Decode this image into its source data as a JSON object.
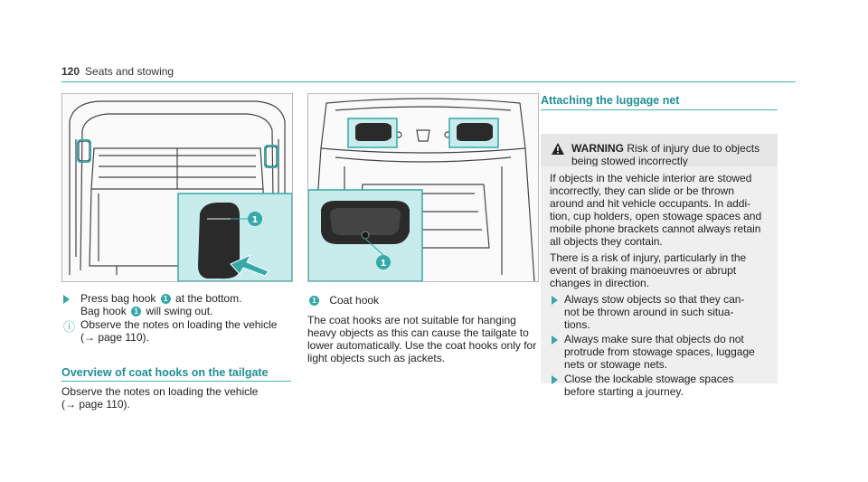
{
  "header": {
    "page_number": "120",
    "section": "Seats and stowing"
  },
  "col1": {
    "step_text_a": "Press bag hook ",
    "callout": "1",
    "step_text_b": " at the bottom.",
    "step_text_c": "Bag hook ",
    "step_text_d": " will swing out.",
    "note_line1": "Observe the notes on loading the vehicle",
    "note_line2": "(→ page 110).",
    "section_title": "Overview of coat hooks on the tailgate",
    "para_line1": "Observe the notes on loading the vehicle",
    "para_line2": "(→ page 110)."
  },
  "col2": {
    "legend_num": "1",
    "legend_label": "Coat hook",
    "para_lines": [
      "The coat hooks are not suitable for hanging",
      "heavy objects as this can cause the tailgate to",
      "lower automatically. Use the coat hooks only for",
      "light objects such as jackets."
    ]
  },
  "col3": {
    "section_title": "Attaching the luggage net",
    "warning_label": "WARNING",
    "warning_line1": " Risk of injury due to objects",
    "warning_line2": "being stowed incorrectly",
    "para1_lines": [
      "If objects in the vehicle interior are stowed",
      "incorrectly, they can slide or be thrown",
      "around and hit vehicle occupants. In addi-",
      "tion, cup holders, open stowage spaces and",
      "mobile phone brackets cannot always retain",
      "all objects they contain."
    ],
    "para2_lines": [
      "There is a risk of injury, particularly in the",
      "event of braking manoeuvres or abrupt",
      "changes in direction."
    ],
    "step1_lines": [
      "Always stow objects so that they can-",
      "not be thrown around in such situa-",
      "tions."
    ],
    "step2_lines": [
      "Always make sure that objects do not",
      "protrude from stowage spaces, luggage",
      "nets or stowage nets."
    ],
    "step3_lines": [
      "Close the lockable stowage spaces",
      "before starting a journey."
    ]
  },
  "colors": {
    "accent": "#35a8aa",
    "inset_bg": "#c8ecec",
    "warning_bg": "#efefef"
  }
}
